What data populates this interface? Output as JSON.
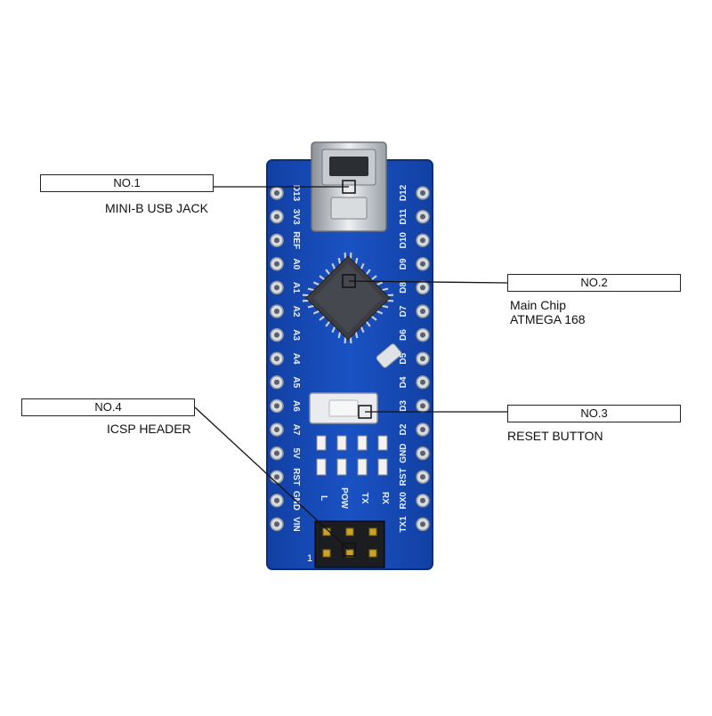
{
  "callouts": {
    "usb": {
      "number": "NO.1",
      "description": "MINI-B USB JACK"
    },
    "chip": {
      "number": "NO.2",
      "description_line1": "Main Chip",
      "description_line2": "ATMEGA 168"
    },
    "reset": {
      "number": "NO.3",
      "description": "RESET BUTTON"
    },
    "icsp": {
      "number": "NO.4",
      "description": "ICSP HEADER"
    }
  },
  "board": {
    "left_pins": [
      "D13",
      "3V3",
      "REF",
      "A0",
      "A1",
      "A2",
      "A3",
      "A4",
      "A5",
      "A6",
      "A7",
      "5V",
      "RST",
      "GND",
      "VIN"
    ],
    "right_pins": [
      "D12",
      "D11",
      "D10",
      "D9",
      "D8",
      "D7",
      "D6",
      "D5",
      "D4",
      "D3",
      "D2",
      "GND",
      "RST",
      "RX0",
      "TX1"
    ],
    "led_labels": [
      "L",
      "POW",
      "TX",
      "RX"
    ],
    "icsp_pin1_label": "1",
    "colors": {
      "pcb": "#1546b0",
      "pcb_dark": "#0f3690",
      "header_pin": "#c9a227",
      "silk": "#e8eefc"
    }
  }
}
